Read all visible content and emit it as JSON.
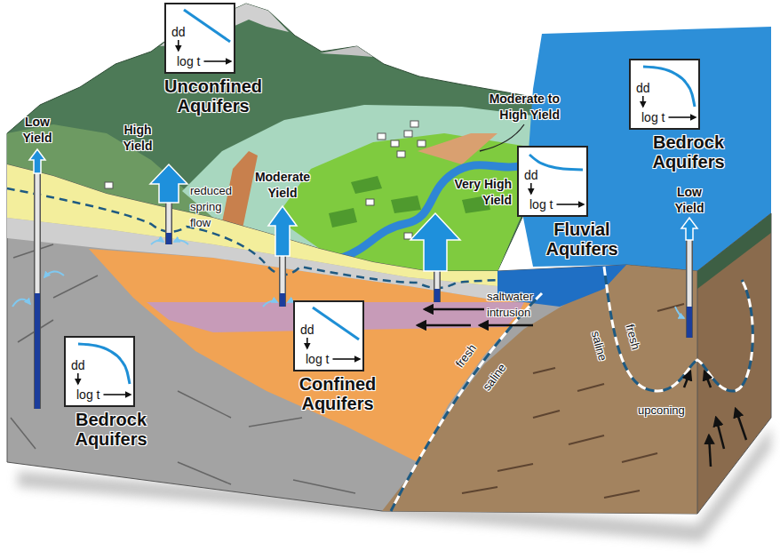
{
  "diagram": {
    "nodes": [
      {
        "text": [
          "dd",
          "log t",
          "Unconfined Aquifers"
        ]
      },
      {
        "text": [
          "dd",
          "log t",
          "Bedrock Aquifers"
        ]
      },
      {
        "text": [
          "dd",
          "log t",
          "Fluvial Aquifers"
        ]
      },
      {
        "text": [
          "dd",
          "log t",
          "Confined Aquifers"
        ]
      },
      {
        "text": [
          "dd",
          "log t",
          "Bedrock Aquifers"
        ]
      }
    ],
    "labels": [
      "Low Yield",
      "High Yield",
      "reduced spring flow",
      "Moderate Yield",
      "Moderate to High Yield",
      "Very High Yield",
      "Low Yield",
      "saltwater intrusion",
      "fresh",
      "saline",
      "saline",
      "fresh",
      "upconing"
    ]
  }
}
